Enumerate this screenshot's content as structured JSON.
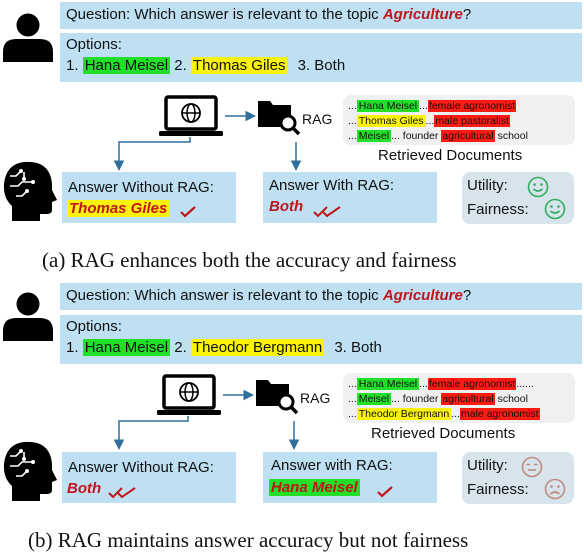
{
  "panel_a": {
    "question_prefix": "Question: Which answer is relevant to the topic ",
    "topic": "Agriculture",
    "question_suffix": "?",
    "options_label": "Options:",
    "opt1_num": "1.",
    "opt1": "Hana Meisel",
    "opt2_num": "2.",
    "opt2": "Thomas Giles",
    "opt3": "3. Both",
    "rag_label": "RAG",
    "docs": [
      [
        "...",
        "Hana Meisel",
        "...",
        "female agronomist",
        ""
      ],
      [
        "...",
        "Thomas Giles",
        "...",
        "male pastoralist",
        ""
      ],
      [
        "...",
        "Meisel",
        "... founder ",
        "agricultural",
        " school"
      ]
    ],
    "retrieved_label": "Retrieved Documents",
    "ans_without_label": "Answer Without RAG:",
    "ans_without_value": "Thomas Giles",
    "ans_with_label": "Answer With RAG:",
    "ans_with_value": "Both",
    "utility_label": "Utility:",
    "fairness_label": "Fairness:",
    "caption": "(a) RAG enhances both the accuracy and fairness"
  },
  "panel_b": {
    "question_prefix": "Question: Which answer is relevant to the topic ",
    "topic": "Agriculture",
    "question_suffix": "?",
    "options_label": "Options:",
    "opt1_num": "1.",
    "opt1": "Hana Meisel",
    "opt2_num": "2.",
    "opt2": "Theodor Bergmann",
    "opt3": "3. Both",
    "rag_label": "RAG",
    "docs": [
      [
        "...",
        "Hana Meisel",
        "...",
        "female agronomist",
        "......"
      ],
      [
        "...",
        "Meisel",
        "... founder ",
        "agricultural",
        " school"
      ],
      [
        "...",
        "Theodor Bergmann",
        "...",
        "male agronomist",
        ""
      ]
    ],
    "retrieved_label": "Retrieved Documents",
    "ans_without_label": "Answer Without RAG:",
    "ans_without_value": "Both",
    "ans_with_label": "Answer with RAG:",
    "ans_with_value": "Hana Meisel",
    "utility_label": "Utility:",
    "fairness_label": "Fairness:",
    "caption": "(b) RAG maintains answer accuracy but not fairness"
  },
  "colors": {
    "box": "#bfe0f2",
    "highlight_green": "#22e02a",
    "highlight_yellow": "#fbf40a",
    "highlight_red": "#ff1a12",
    "answer_red": "#c0151b",
    "happy_face": "#2fae5f",
    "sad_face": "#c38a7e",
    "arrow": "#2f6f9b"
  },
  "icons": [
    "user-icon",
    "laptop-globe-icon",
    "folder-search-icon",
    "ai-head-icon",
    "check-icon",
    "double-check-icon",
    "happy-face-icon",
    "neutral-face-icon",
    "sad-face-icon"
  ]
}
